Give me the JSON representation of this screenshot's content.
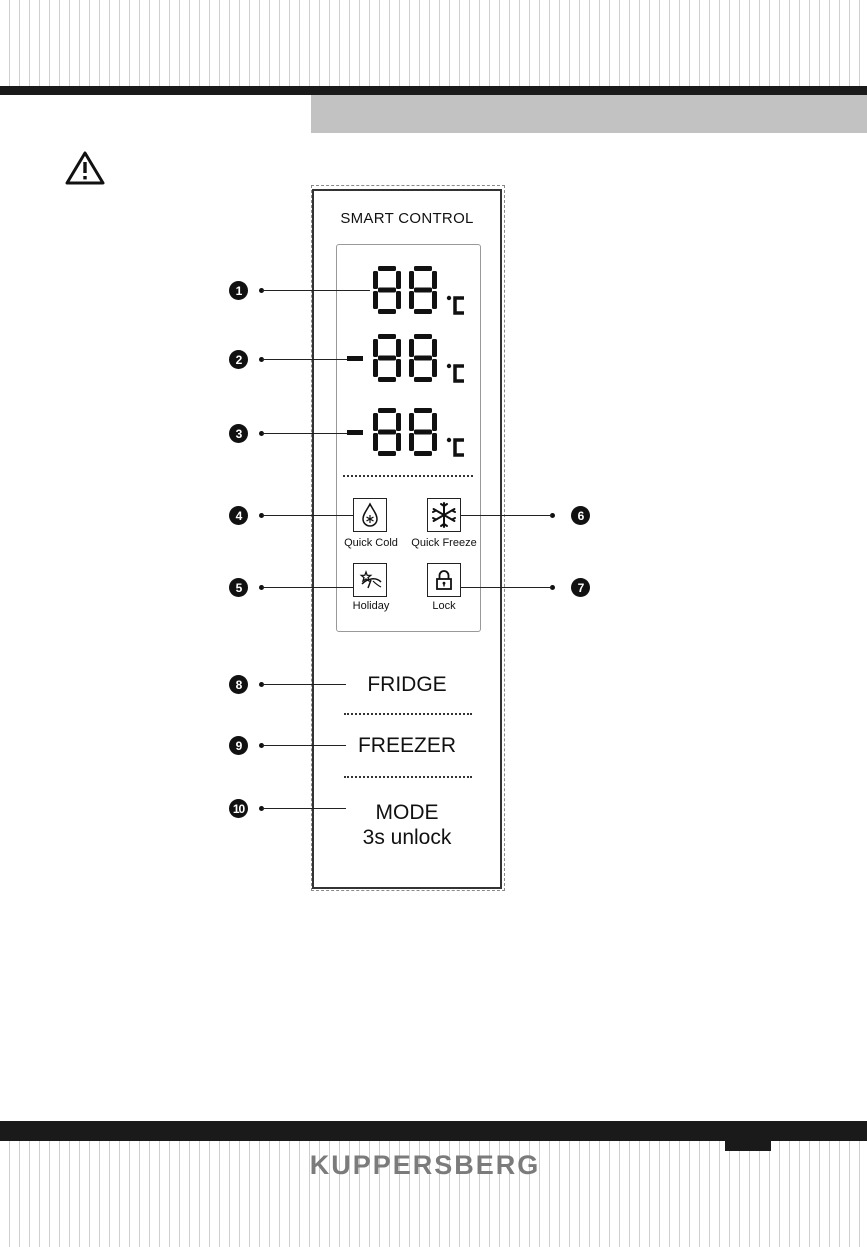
{
  "brand": {
    "logo_text": "KUPPERSBERG"
  },
  "panel": {
    "title": "SMART CONTROL",
    "displays": [
      {
        "label": "88",
        "unit": "°C",
        "minus": false
      },
      {
        "label": "88",
        "unit": "°C",
        "minus": true
      },
      {
        "label": "88",
        "unit": "°C",
        "minus": true
      }
    ],
    "functions": {
      "quick_cold": "Quick  Cold",
      "quick_freeze": "Quick  Freeze",
      "holiday": "Holiday",
      "lock": "Lock"
    },
    "buttons": {
      "fridge": "FRIDGE",
      "freezer": "FREEZER",
      "mode_line1": "MODE",
      "mode_line2": "3s unlock"
    }
  },
  "callouts": [
    "1",
    "2",
    "3",
    "4",
    "5",
    "6",
    "7",
    "8",
    "9",
    "10"
  ],
  "icons": [
    "warning-icon",
    "drop-icon",
    "snowflake-icon",
    "holiday-icon",
    "lock-icon"
  ]
}
